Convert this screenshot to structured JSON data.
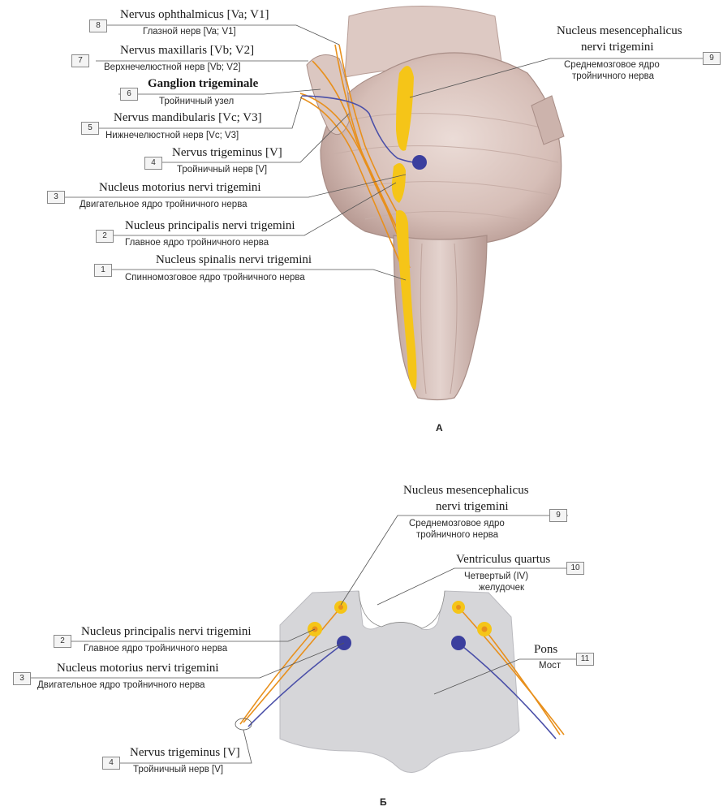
{
  "colors": {
    "nucleus_sensory": "#f5c518",
    "nucleus_motor": "#3b3f9e",
    "sensory_fiber": "#e8901c",
    "motor_fiber": "#4a4fa8",
    "brainstem": "#d8c3bd",
    "pons_section": "#d6d6d9"
  },
  "figure_a": {
    "caption": "А",
    "labels": [
      {
        "num": "8",
        "latin": "Nervus ophthalmicus [Va; V1]",
        "russian": "Глазной нерв [Va; V1]"
      },
      {
        "num": "7",
        "latin": "Nervus maxillaris [Vb; V2]",
        "russian": "Верхнечелюстной нерв [Vb; V2]"
      },
      {
        "num": "6",
        "latin": "Ganglion trigeminale",
        "russian": "Тройничный узел"
      },
      {
        "num": "5",
        "latin": "Nervus mandibularis [Vc; V3]",
        "russian": "Нижнечелюстной нерв [Vc; V3]"
      },
      {
        "num": "4",
        "latin": "Nervus trigeminus [V]",
        "russian": "Тройничный нерв [V]"
      },
      {
        "num": "3",
        "latin": "Nucleus motorius nervi trigemini",
        "russian": "Двигательное ядро тройничного нерва"
      },
      {
        "num": "2",
        "latin": "Nucleus principalis nervi trigemini",
        "russian": "Главное ядро тройничного нерва"
      },
      {
        "num": "1",
        "latin": "Nucleus spinalis nervi trigemini",
        "russian": "Спинномозговое ядро тройничного нерва"
      },
      {
        "num": "9",
        "latin1": "Nucleus mesencephalicus",
        "latin2": "nervi trigemini",
        "russian1": "Среднемозговое ядро",
        "russian2": "тройничного нерва"
      }
    ]
  },
  "figure_b": {
    "caption": "Б",
    "labels": [
      {
        "num": "9",
        "latin1": "Nucleus mesencephalicus",
        "latin2": "nervi trigemini",
        "russian1": "Среднемозговое ядро",
        "russian2": "тройничного нерва"
      },
      {
        "num": "10",
        "latin": "Ventriculus quartus",
        "russian1": "Четвертый (IV)",
        "russian2": "желудочек"
      },
      {
        "num": "2",
        "latin": "Nucleus principalis nervi trigemini",
        "russian": "Главное ядро тройничного нерва"
      },
      {
        "num": "11",
        "latin": "Pons",
        "russian": "Мост"
      },
      {
        "num": "3",
        "latin": "Nucleus motorius nervi trigemini",
        "russian": "Двигательное ядро тройничного нерва"
      },
      {
        "num": "4",
        "latin": "Nervus trigeminus [V]",
        "russian": "Тройничный нерв [V]"
      }
    ]
  }
}
